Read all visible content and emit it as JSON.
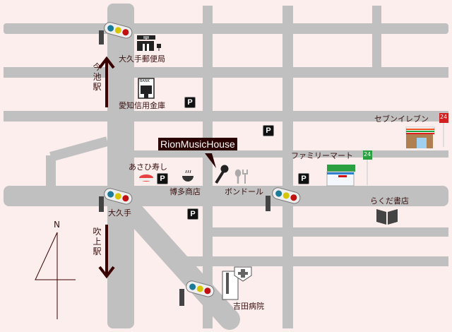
{
  "venue": {
    "name": "RionMusicHouse"
  },
  "landmarks": {
    "post_office": "大久手郵便局",
    "bank": "愛知信用金庫",
    "bank_sign": "BANK",
    "sushi": "あさひ寿し",
    "ramen": "博多商店",
    "restaurant": "ボンドール",
    "familymart": "ファミリーマート",
    "seven_eleven": "セブンイレブン",
    "bookstore": "らくだ書店",
    "hospital": "吉田病院",
    "intersection": "大久手",
    "store_24": "24"
  },
  "directions": {
    "north_station": "今池駅",
    "south_station": "吹上駅",
    "compass": "N"
  },
  "parking_label": "P",
  "colors": {
    "background": "#fdeeee",
    "road": "#c0c0c0",
    "text": "#3a1010",
    "callout": "#2a0000"
  }
}
